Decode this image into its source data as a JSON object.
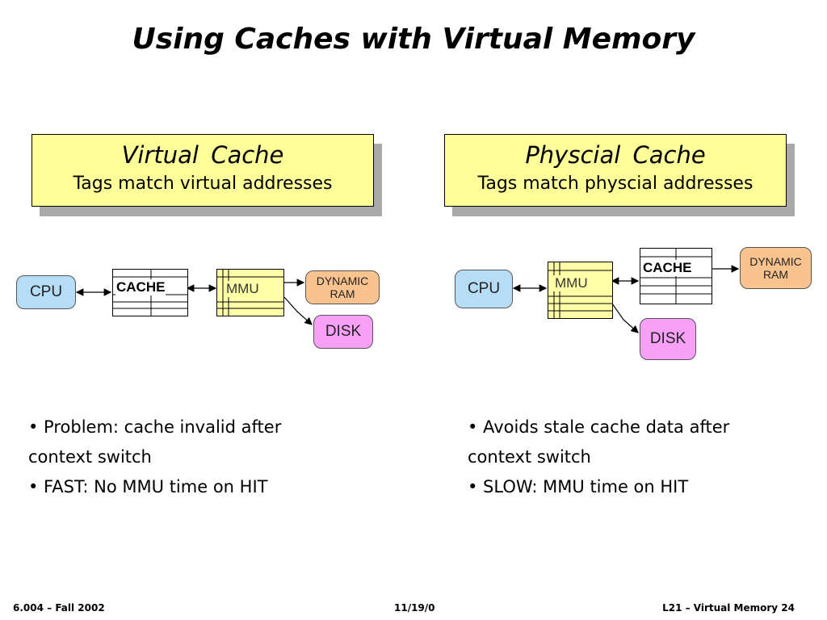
{
  "slide": {
    "title": "Using Caches with Virtual Memory"
  },
  "left": {
    "heading": "Virtual Cache",
    "subheading": "Tags match virtual addresses",
    "diagram": {
      "cpu": "CPU",
      "cache": "CACHE",
      "mmu": "MMU",
      "ram_line1": "DYNAMIC",
      "ram_line2": "RAM",
      "disk": "DISK"
    },
    "bullets": {
      "line1": "• Problem: cache invalid after",
      "line2": "context switch",
      "line3": "• FAST: No MMU time on HIT"
    }
  },
  "right": {
    "heading": "Physcial Cache",
    "subheading": "Tags match physcial addresses",
    "diagram": {
      "cpu": "CPU",
      "cache": "CACHE",
      "mmu": "MMU",
      "ram_line1": "DYNAMIC",
      "ram_line2": "RAM",
      "disk": "DISK"
    },
    "bullets": {
      "line1": "• Avoids stale cache data after",
      "line2": "context switch",
      "line3": "• SLOW: MMU time on HIT"
    }
  },
  "footer": {
    "left": "6.004 – Fall 2002",
    "center": "11/19/0",
    "right": "L21 – Virtual Memory 24"
  },
  "colors": {
    "callout_fill": "#ffff99",
    "cpu_fill": "#b7dcf5",
    "mmu_fill": "#ffffa8",
    "ram_fill": "#f9c38f",
    "disk_fill": "#f6a0f6"
  }
}
